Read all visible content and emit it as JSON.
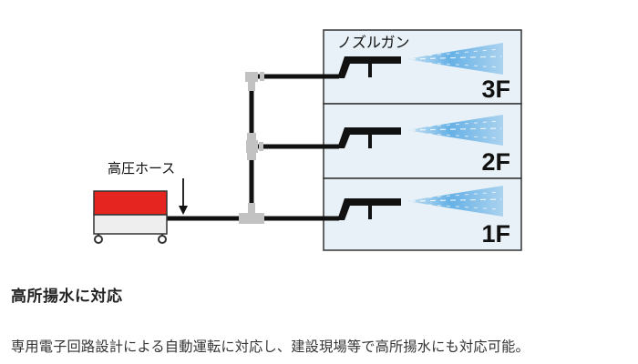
{
  "diagram": {
    "hose_label": "高圧ホース",
    "nozzle_label": "ノズルガン",
    "floors": [
      "3F",
      "2F",
      "1F"
    ]
  },
  "content": {
    "heading": "高所揚水に対応",
    "description": "専用電子回路設計による自動運転に対応し、建設現場等で高所揚水にも対応可能。"
  },
  "colors": {
    "unit_top": "#e52520",
    "unit_bottom": "#eeeeee",
    "floor_bg": "#e8f1f7",
    "pipe": "#111111",
    "junction": "#c2c2c2",
    "spray": "#3a9be0"
  }
}
